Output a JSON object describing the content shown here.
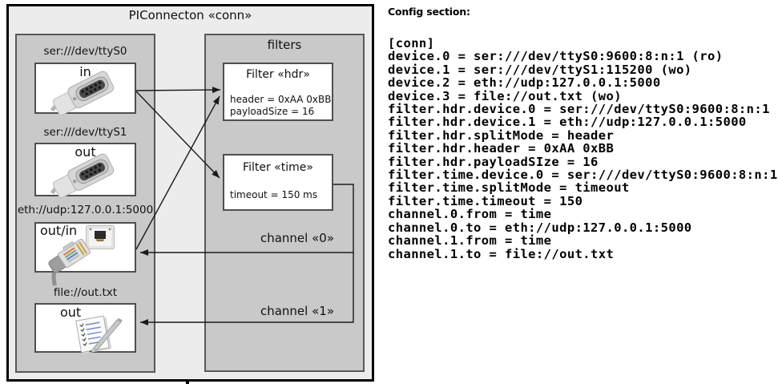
{
  "diagram": {
    "title": "PIConnecton «conn»",
    "devices": [
      {
        "label": "ser:///dev/ttyS0",
        "port": "in",
        "icon": "serial-connector-icon"
      },
      {
        "label": "ser:///dev/ttyS1",
        "port": "out",
        "icon": "serial-connector-icon"
      },
      {
        "label": "eth://udp:127.0.0.1:5000",
        "port": "out/in",
        "icon": "ethernet-connector-icon"
      },
      {
        "label": "file://out.txt",
        "port": "out",
        "icon": "notepad-icon"
      }
    ],
    "filters_panel": {
      "title": "filters",
      "filters": [
        {
          "title": "Filter «hdr»",
          "properties": [
            "header = 0xAA 0xBB",
            "payloadSize = 16"
          ]
        },
        {
          "title": "Filter «time»",
          "properties": [
            "timeout = 150 ms"
          ]
        }
      ]
    },
    "channels": [
      {
        "label": "channel «0»"
      },
      {
        "label": "channel «1»"
      }
    ]
  },
  "config": {
    "heading": "Config section:",
    "lines": [
      "[conn]",
      "device.0 = ser:///dev/ttyS0:9600:8:n:1 (ro)",
      "device.1 = ser:///dev/ttyS1:115200 (wo)",
      "device.2 = eth://udp:127.0.0.1:5000",
      "device.3 = file://out.txt (wo)",
      "filter.hdr.device.0 = ser:///dev/ttyS0:9600:8:n:1",
      "filter.hdr.device.1 = eth://udp:127.0.0.1:5000",
      "filter.hdr.splitMode = header",
      "filter.hdr.header = 0xAA 0xBB",
      "filter.hdr.payloadSIze = 16",
      "filter.time.device.0 = ser:///dev/ttyS0:9600:8:n:1",
      "filter.time.splitMode = timeout",
      "filter.time.timeout = 150",
      "channel.0.from = time",
      "channel.0.to = eth://udp:127.0.0.1:5000",
      "channel.1.from = time",
      "channel.1.to = file://out.txt"
    ]
  },
  "colors": {
    "outer_fill": "#ececec",
    "panel_fill": "#c9c9c9",
    "box_fill": "#ffffff",
    "outer_border": "#000000",
    "panel_border": "#58585a",
    "wire": "#1a1a1a"
  }
}
